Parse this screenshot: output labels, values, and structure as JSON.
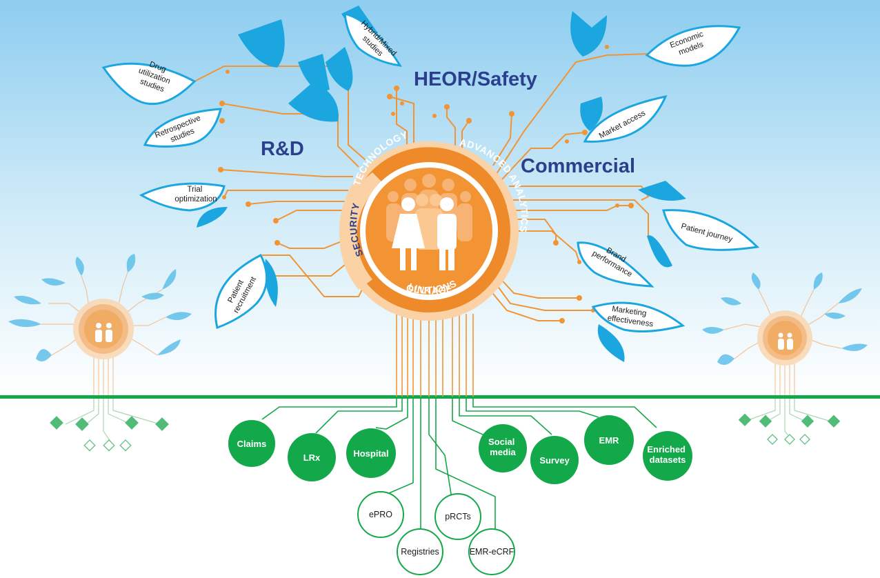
{
  "colors": {
    "sky_top": "#9fd3ef",
    "leaf_blue": "#1ba6df",
    "orange": "#f29433",
    "orange_dark": "#ef8a2a",
    "ring_light": "#fbd2a5",
    "green": "#13a84a",
    "title_navy": "#2b3f8c"
  },
  "branches": {
    "rd": "R&D",
    "heor": "HEOR/Safety",
    "commercial": "Commercial"
  },
  "leaves": [
    {
      "id": "drug-utilization",
      "lines": [
        "Drug",
        "utilization",
        "studies"
      ]
    },
    {
      "id": "retrospective",
      "lines": [
        "Retrospective",
        "studies"
      ]
    },
    {
      "id": "trial-optimization",
      "lines": [
        "Trial",
        "optimization"
      ]
    },
    {
      "id": "patient-recruitment",
      "lines": [
        "Patient",
        "recruitment"
      ]
    },
    {
      "id": "hybrid-mixed",
      "lines": [
        "Hybrid/Mixed",
        "studies"
      ]
    },
    {
      "id": "economic-models",
      "lines": [
        "Economic",
        "models"
      ]
    },
    {
      "id": "market-access",
      "lines": [
        "Market access"
      ]
    },
    {
      "id": "patient-journey",
      "lines": [
        "Patient journey"
      ]
    },
    {
      "id": "brand-performance",
      "lines": [
        "Brand",
        "performance"
      ]
    },
    {
      "id": "marketing-effectiveness",
      "lines": [
        "Marketing",
        "effectiveness"
      ]
    }
  ],
  "ring": {
    "technology": "TECHNOLOGY",
    "advanced_analytics": "ADVANCED ANALYTICS",
    "solutions": "SOLUTIONS",
    "linkages": "LINKAGES",
    "security": "SECURITY"
  },
  "roots_solid": [
    {
      "id": "claims",
      "lines": [
        "Claims"
      ]
    },
    {
      "id": "lrx",
      "lines": [
        "LRx"
      ]
    },
    {
      "id": "hospital",
      "lines": [
        "Hospital"
      ]
    },
    {
      "id": "social-media",
      "lines": [
        "Social",
        "media"
      ]
    },
    {
      "id": "survey",
      "lines": [
        "Survey"
      ]
    },
    {
      "id": "emr",
      "lines": [
        "EMR"
      ]
    },
    {
      "id": "enriched-datasets",
      "lines": [
        "Enriched",
        "datasets"
      ]
    }
  ],
  "roots_outline": [
    {
      "id": "epro",
      "lines": [
        "ePRO"
      ]
    },
    {
      "id": "registries",
      "lines": [
        "Registries"
      ]
    },
    {
      "id": "prcts",
      "lines": [
        "pRCTs"
      ]
    },
    {
      "id": "emr-ecrf",
      "lines": [
        "EMR-eCRF"
      ]
    }
  ]
}
